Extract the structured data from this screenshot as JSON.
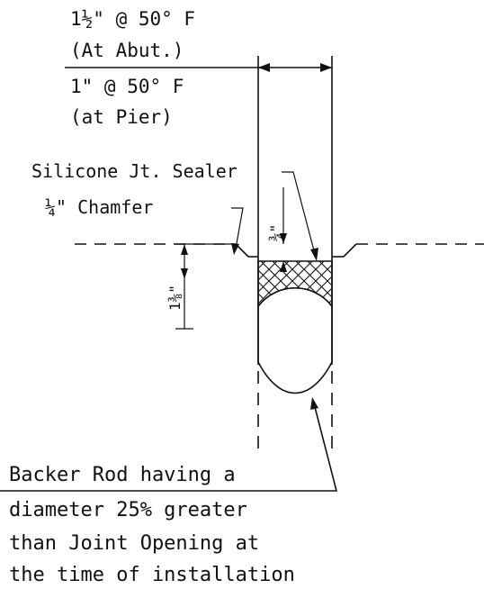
{
  "gap_notes": {
    "abutment_gap": "1½\" @ 50° F",
    "abutment_qualifier": "(At Abut.)",
    "pier_gap": "1\" @ 50° F",
    "pier_qualifier": "(at Pier)"
  },
  "callouts": {
    "sealer": "Silicone Jt. Sealer",
    "chamfer": "¼\" Chamfer"
  },
  "dimensions": {
    "sealer_depth": "¾\"",
    "total_depth": "1⅜\""
  },
  "backer_rod_note": [
    "Backer Rod having a",
    "diameter 25% greater",
    "than Joint Opening at",
    "the time of installation"
  ]
}
